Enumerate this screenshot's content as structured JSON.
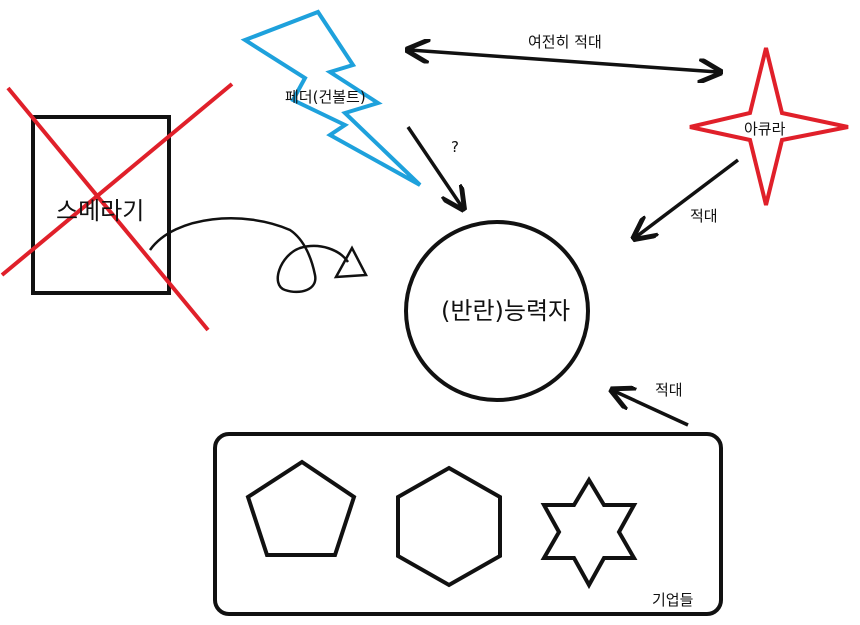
{
  "nodes": {
    "rebel": "(반란)능력자",
    "smerargi": "스메라기",
    "feder": "페더(건볼트)",
    "akyura": "아큐라",
    "corporations": "기업들"
  },
  "edges": {
    "still_hostile": "여전히 적대",
    "feder_question": "?",
    "akyura_hostile": "적대",
    "corp_hostile": "적대"
  },
  "colors": {
    "ink": "#111111",
    "cross": "#e0202a",
    "bolt": "#1ea1dc",
    "star": "#e0202a"
  }
}
